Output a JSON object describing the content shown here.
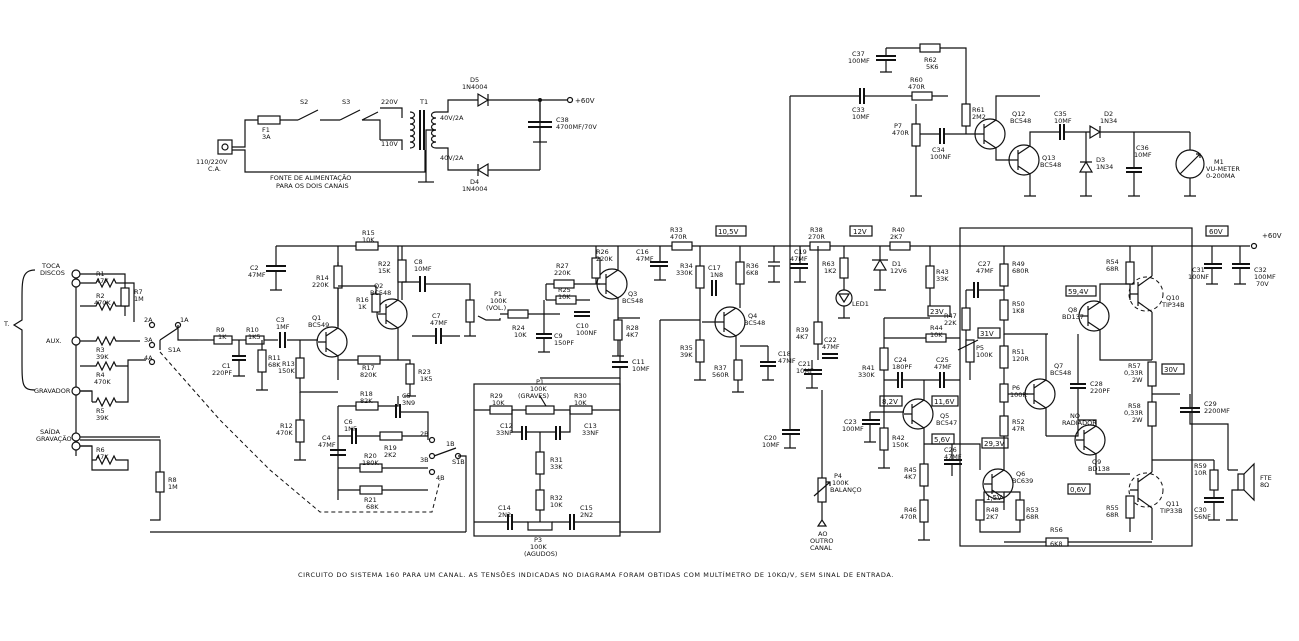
{
  "power": {
    "fuse": [
      "F1",
      "3A"
    ],
    "s2": "S2",
    "s3": "S3",
    "v220": "220V",
    "v110": "110V",
    "mains": [
      "110/220V",
      "C.A."
    ],
    "t1": "T1",
    "tap": "40V/2A",
    "d5": [
      "D5",
      "1N4004"
    ],
    "d4": [
      "D4",
      "1N4004"
    ],
    "c38": [
      "C38",
      "4700µF/70V"
    ],
    "out": "+60V",
    "caption": [
      "FONTE DE ALIMENTAÇÃO",
      "PARA OS DOIS CANAIS"
    ]
  },
  "inputs": {
    "t": "T.",
    "toca": [
      "TOCA",
      "DISCOS"
    ],
    "aux": "AUX.",
    "grav": "GRAVADOR",
    "saida": [
      "SAÍDA",
      "GRAVAÇÃO"
    ],
    "r1": [
      "R1",
      "47K"
    ],
    "r2": [
      "R2",
      "470K"
    ],
    "r3": [
      "R3",
      "39K"
    ],
    "r4": [
      "R4",
      "470K"
    ],
    "r5": [
      "R5",
      "39K"
    ],
    "r6": [
      "R6",
      "47K"
    ],
    "r7": [
      "R7",
      "1M"
    ],
    "r8": [
      "R8",
      "1M"
    ],
    "sw": [
      "2a",
      "1a",
      "3a",
      "S1a",
      "4a"
    ]
  },
  "pre": {
    "r9": [
      "R9",
      "1K"
    ],
    "r10": [
      "R10",
      "1K5"
    ],
    "c1": [
      "C1",
      "220pF"
    ],
    "r11": [
      "R11",
      "68K"
    ],
    "c2": [
      "C2",
      "47µF"
    ],
    "r14": [
      "R14",
      "220K"
    ],
    "r15": [
      "R15",
      "10K"
    ],
    "r16": [
      "R16",
      "1K"
    ],
    "r22": [
      "R22",
      "15K"
    ],
    "q1": [
      "Q1",
      "BC549"
    ],
    "q2": [
      "Q2",
      "BC548"
    ],
    "c3": [
      "C3",
      "1µF"
    ],
    "r13": [
      "R13",
      "150K"
    ],
    "r17": [
      "R17",
      "820K"
    ],
    "r23": [
      "R23",
      "1K5"
    ],
    "c5": [
      "C5",
      "3n9"
    ],
    "r18": [
      "R18",
      "82K"
    ],
    "c6": [
      "C6",
      "1nF"
    ],
    "r19": [
      "R19",
      "2K2"
    ],
    "r12": [
      "R12",
      "470K"
    ],
    "c4": [
      "C4",
      "47µF"
    ],
    "r20": [
      "R20",
      "180K"
    ],
    "r21": [
      "R21",
      "68K"
    ],
    "sw": [
      "2b",
      "1b",
      "S1b",
      "3b",
      "4b"
    ],
    "c8": [
      "C8",
      "10µF"
    ],
    "c7": [
      "C7",
      "47µF"
    ]
  },
  "tone": {
    "p1v": [
      "P1",
      "100K",
      "(VOL.)"
    ],
    "r24": [
      "R24",
      "10K"
    ],
    "r25": [
      "R25",
      "10K"
    ],
    "r27": [
      "R27",
      "220K"
    ],
    "r26": [
      "R26",
      "220K"
    ],
    "q3": [
      "Q3",
      "BC548"
    ],
    "c10": [
      "C10",
      "100nF"
    ],
    "c9": [
      "C9",
      "150pF"
    ],
    "r28": [
      "R28",
      "4K7"
    ],
    "c11": [
      "C11",
      "10µF"
    ],
    "c16": [
      "C16",
      "47µF"
    ],
    "r33": [
      "R33",
      "470R"
    ],
    "v105": "10,5V",
    "r34": [
      "R34",
      "330K"
    ],
    "c17": [
      "C17",
      "1n8"
    ],
    "r36": [
      "R36",
      "6K8"
    ],
    "q4": [
      "Q4",
      "BC548"
    ],
    "r35": [
      "R35",
      "39K"
    ],
    "r37": [
      "R37",
      "560R"
    ],
    "c18": [
      "C18",
      "47µF"
    ],
    "p1g": [
      "P1",
      "100K",
      "(GRAVES)"
    ],
    "r29": [
      "R29",
      "10K"
    ],
    "r30": [
      "R30",
      "10K"
    ],
    "c12": [
      "C12",
      "33nF"
    ],
    "c13": [
      "C13",
      "33nF"
    ],
    "r31": [
      "R31",
      "33K"
    ],
    "r32": [
      "R32",
      "10K"
    ],
    "c14": [
      "C14",
      "2n2"
    ],
    "c15": [
      "C15",
      "2n2"
    ],
    "p3": [
      "P3",
      "100K",
      "(AGUDOS)"
    ]
  },
  "vu": {
    "c37": [
      "C37",
      "100µF"
    ],
    "r62": [
      "R62",
      "5K6"
    ],
    "c33": [
      "C33",
      "10µF"
    ],
    "r60": [
      "R60",
      "470R"
    ],
    "p7": [
      "P7",
      "470R"
    ],
    "c34": [
      "C34",
      "100nF"
    ],
    "r61": [
      "R61",
      "2M2"
    ],
    "q12": [
      "Q12",
      "BC548"
    ],
    "q13": [
      "Q13",
      "BC548"
    ],
    "c35": [
      "C35",
      "10µF"
    ],
    "d2": [
      "D2",
      "1N34"
    ],
    "d3": [
      "D3",
      "1N34"
    ],
    "c36": [
      "C36",
      "10µF"
    ],
    "m1": [
      "M1",
      "VU-METER",
      "0-200µA"
    ]
  },
  "power_amp": {
    "c19": [
      "C19",
      "47µF"
    ],
    "r38": [
      "R38",
      "270R"
    ],
    "v12": "12V",
    "r40": [
      "R40",
      "2K7"
    ],
    "r63": [
      "R63",
      "1K2"
    ],
    "d1": [
      "D1",
      "12V6"
    ],
    "led": "LED1",
    "v60": "60V",
    "plus60": "+60V",
    "r39": [
      "R39",
      "4K7"
    ],
    "c22": [
      "C22",
      "47µF"
    ],
    "c21": [
      "C21",
      "10µF"
    ],
    "c20": [
      "C20",
      "10µF"
    ],
    "p4": [
      "P4",
      "100K",
      "BALANÇO"
    ],
    "ao": [
      "AO",
      "OUTRO",
      "CANAL"
    ],
    "r43": [
      "R43",
      "33K"
    ],
    "c27": [
      "C27",
      "47µF"
    ],
    "r49": [
      "R49",
      "680R"
    ],
    "r54": [
      "R54",
      "68R"
    ],
    "v594": "59,4V",
    "q10": [
      "Q10",
      "TIP34B"
    ],
    "r50": [
      "R50",
      "1K8"
    ],
    "q8": [
      "Q8",
      "BD137"
    ],
    "r47": [
      "R47",
      "22K"
    ],
    "v23": "23V",
    "v31": "31V",
    "r44": [
      "R44",
      "10K"
    ],
    "p5": [
      "P5",
      "100K"
    ],
    "c24": [
      "C24",
      "180pF"
    ],
    "c25": [
      "C25",
      "47µF"
    ],
    "r51": [
      "R51",
      "120R"
    ],
    "r41": [
      "R41",
      "330K"
    ],
    "c23": [
      "C23",
      "100µF"
    ],
    "v82": "8,2V",
    "q5": [
      "Q5",
      "BC547"
    ],
    "v116": "11,6V",
    "p6": [
      "P6",
      "100R"
    ],
    "q7": [
      "Q7",
      "BC548"
    ],
    "c28": [
      "C28",
      "220pF"
    ],
    "no": [
      "NO",
      "RADIADOR"
    ],
    "r42": [
      "R42",
      "150K"
    ],
    "v56": "5,6V",
    "r52": [
      "R52",
      "47R"
    ],
    "v293": "29,3V",
    "r57": [
      "R57",
      "0,33R",
      "2W"
    ],
    "v30": "30V",
    "r58": [
      "R58",
      "0,33R",
      "2W"
    ],
    "c29": [
      "C29",
      "2200µF"
    ],
    "c31": [
      "C31",
      "100nF"
    ],
    "c32": [
      "C32",
      "100µF",
      "70V"
    ],
    "r45": [
      "R45",
      "4K7"
    ],
    "c26": [
      "C26",
      "47µF"
    ],
    "q6": [
      "Q6",
      "BC639"
    ],
    "q9": [
      "Q9",
      "BD138"
    ],
    "v15": "1,5V",
    "v06": "0,6V",
    "r46": [
      "R46",
      "470R"
    ],
    "r48": [
      "R48",
      "2K7"
    ],
    "r53": [
      "R53",
      "68R"
    ],
    "r55": [
      "R55",
      "68R"
    ],
    "q11": [
      "Q11",
      "TIP33B"
    ],
    "r59": [
      "R59",
      "10R"
    ],
    "c30": [
      "C30",
      "56nF"
    ],
    "r56": [
      "R56",
      "6K8"
    ],
    "fte": [
      "FTE",
      "8Ω"
    ]
  },
  "caption": "CIRCUITO DO SISTEMA 160 PARA UM CANAL. AS TENSÕES INDICADAS NO DIAGRAMA FORAM OBTIDAS COM MULTÍMETRO DE 10KΩ/V, SEM SINAL DE ENTRADA."
}
